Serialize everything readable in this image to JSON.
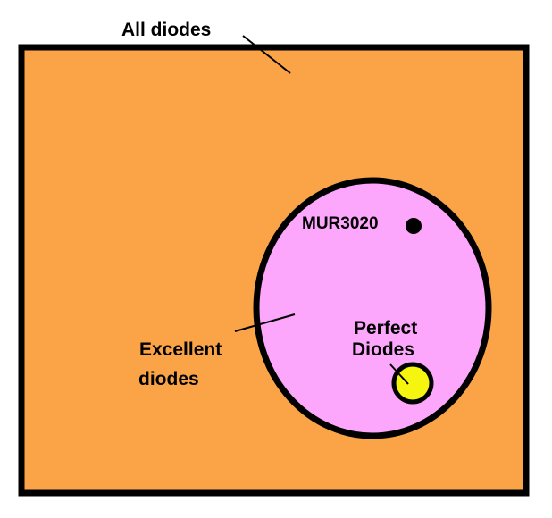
{
  "labels": {
    "all_diodes": "All diodes",
    "mur3020": "MUR3020",
    "perfect_line1": "Perfect",
    "perfect_line2": "Diodes",
    "excellent_line1": "Excellent",
    "excellent_line2": "diodes"
  },
  "colors": {
    "background": "#ffffff",
    "all_diodes_fill": "#fba447",
    "excellent_fill": "#fca6fc",
    "perfect_fill": "#f5f50f",
    "outline": "#000000"
  }
}
